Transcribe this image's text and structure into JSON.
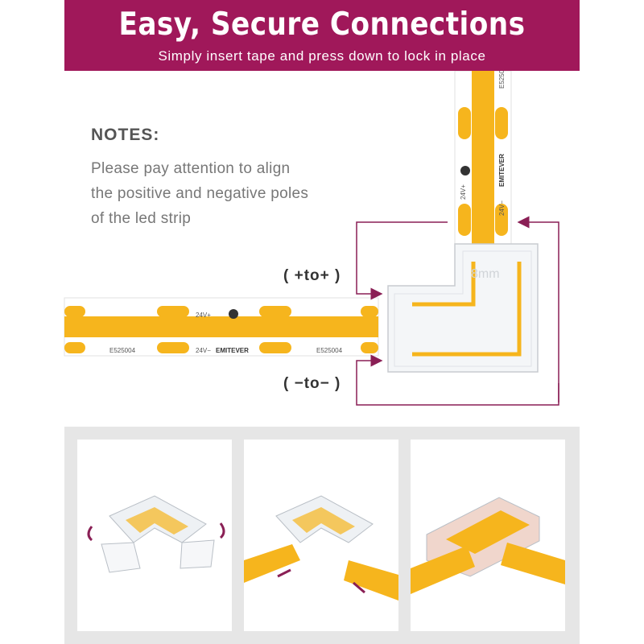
{
  "header": {
    "title": "Easy, Secure Connections",
    "subtitle": "Simply insert tape and press down to lock in place"
  },
  "notes": {
    "heading": "NOTES:",
    "lines": [
      "Please pay attention to align",
      "the positive and negative poles",
      "of the led strip"
    ]
  },
  "polarity": {
    "positive_label": "( +to+ )",
    "negative_label": "( −to− )"
  },
  "strip_markings": {
    "voltage_positive": "24V+",
    "voltage_negative": "24V−",
    "brand": "EMITEVER",
    "model": "E525004",
    "connector_width": "8mm"
  },
  "colors": {
    "banner": "#a0185a",
    "arrow": "#8a1f55",
    "strip": "#f6b51d",
    "strip_base": "#ffffff",
    "panel_bg": "#e6e6e6"
  },
  "icons": {
    "brand_logo": "emitever-logo",
    "arrows": "curved-bracket-arrow"
  }
}
